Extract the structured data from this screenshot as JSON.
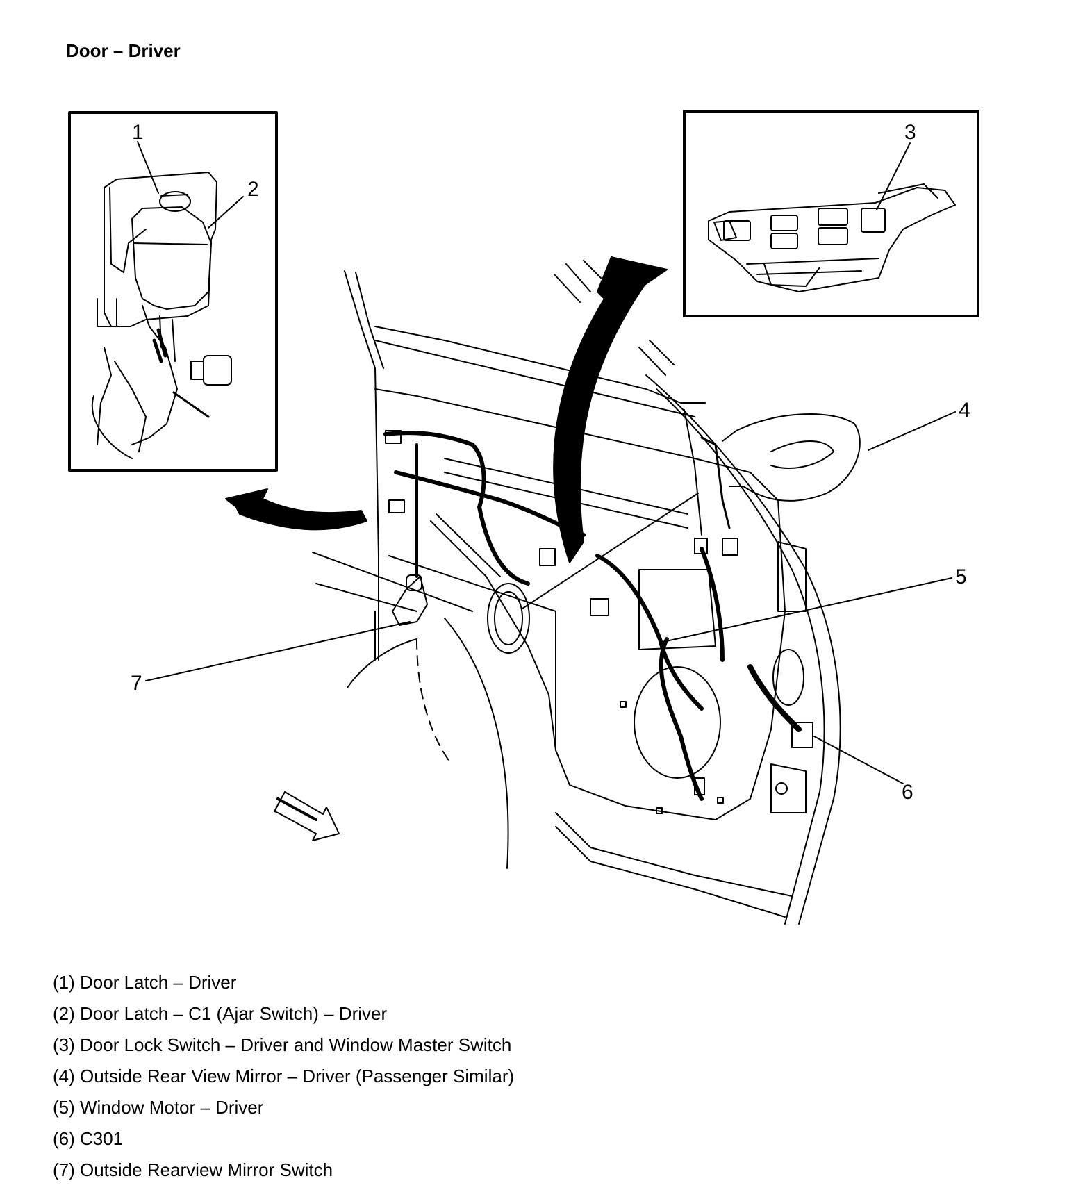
{
  "title": "Door – Driver",
  "callouts": [
    "1",
    "2",
    "3",
    "4",
    "5",
    "6",
    "7"
  ],
  "legend": [
    "(1) Door Latch – Driver",
    "(2) Door Latch – C1 (Ajar Switch) – Driver",
    "(3) Door Lock Switch – Driver and Window Master Switch",
    "(4) Outside Rear View Mirror – Driver (Passenger Similar)",
    "(5) Window Motor – Driver",
    "(6) C301",
    "(7) Outside Rearview Mirror Switch"
  ],
  "colors": {
    "line": "#000000",
    "background": "#ffffff"
  }
}
